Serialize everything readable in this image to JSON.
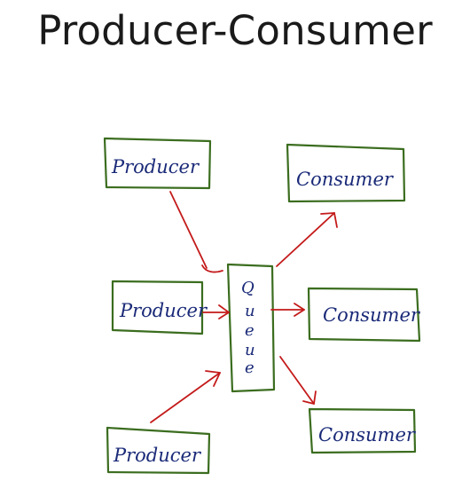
{
  "title": "Producer-Consumer",
  "diagram": {
    "producers": [
      "Producer",
      "Producer",
      "Producer"
    ],
    "queue": {
      "label": "Queue",
      "letters": [
        "Q",
        "u",
        "e",
        "u",
        "e"
      ]
    },
    "consumers": [
      "Consumer",
      "Consumer",
      "Consumer"
    ]
  },
  "colors": {
    "box_stroke": "#3b6d1f",
    "label_text": "#1a2a78",
    "arrow": "#c41a1a"
  }
}
